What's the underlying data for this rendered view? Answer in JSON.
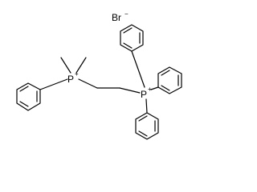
{
  "molecule": {
    "counterion": {
      "symbol": "Br",
      "charge": "−"
    },
    "phosphonium_left": {
      "symbol": "P",
      "charge": "+"
    },
    "phosphonium_right": {
      "symbol": "P",
      "charge": "+"
    }
  },
  "colors": {
    "bond": "#000000",
    "text": "#000000",
    "background": "#ffffff"
  }
}
